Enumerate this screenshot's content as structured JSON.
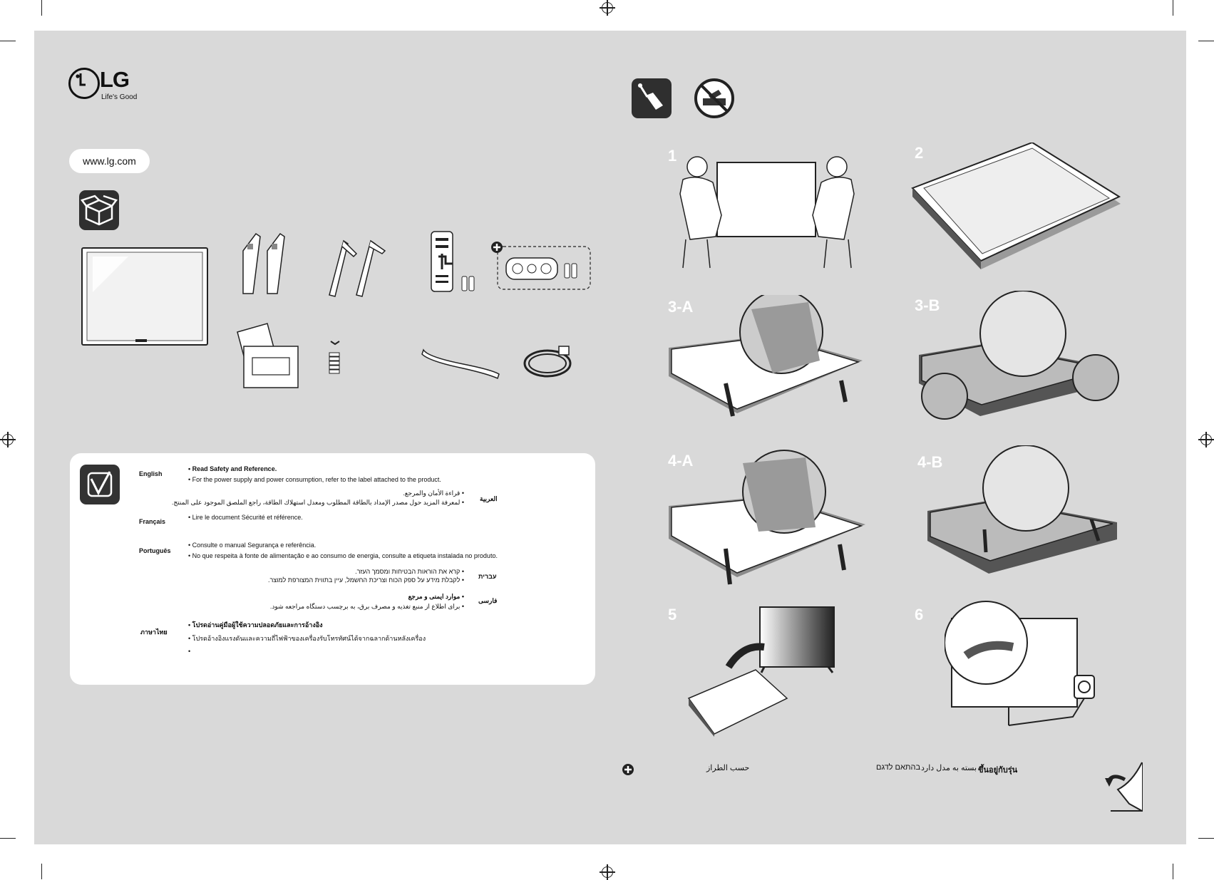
{
  "brand": {
    "logo_text": "LG",
    "tagline": "Life's Good",
    "url": "www.lg.com"
  },
  "safety_panel": {
    "entries": [
      {
        "lang": "English",
        "lines": [
          "• Read Safety and Reference.",
          "• For the power supply and power consumption, refer to the label attached to the product."
        ]
      },
      {
        "lang": "العربية",
        "lines": [
          "• قراءة الأمان والمرجع.",
          "• لمعرفة المزيد حول مصدر الإمداد بالطاقة المطلوب ومعدل استهلاك الطاقة، راجع الملصق الموجود على المنتج."
        ]
      },
      {
        "lang": "Français",
        "lines": [
          "• Lire le document Sécurité et référence."
        ]
      },
      {
        "lang": "Português",
        "lines": [
          "• Consulte o manual Segurança e referência.",
          "• No que respeita à fonte de alimentação e ao consumo de energia, consulte a etiqueta instalada no produto."
        ]
      },
      {
        "lang": "עברית",
        "lines": [
          "• קרא את הוראות הבטיחות ומסמך העזר.",
          "• לקבלת מידע על ספק הכוח וצריכת החשמל, עיין בתווית המצורפת למוצר."
        ]
      },
      {
        "lang": "فارسی",
        "lines": [
          "• موارد ایمنی و مرجع",
          "• برای اطلاع از منبع تغذیه و مصرف برق، به برچسب دستگاه مراجعه شود."
        ]
      },
      {
        "lang": "ภาษาไทย",
        "lines": [
          "• โปรดอ่านคู่มือผู้ใช้ความปลอดภัยและการอ้างอิง",
          "• โปรดอ้างอิงแรงดันและความถี่ไฟฟ้าของเครื่องรับโทรทัศน์ได้จากฉลากด้านหลังเครื่อง",
          "•"
        ]
      }
    ]
  },
  "steps": [
    "1",
    "2",
    "3-A",
    "3-B",
    "4-A",
    "4-B",
    "5",
    "6"
  ],
  "bottom_notes": {
    "arabic": "حسب الطراز",
    "hebrew": "בהתאם לדגם",
    "farsi": "بسته به مدل دارد",
    "thai": "ขึ้นอยู่กับรุ่น"
  },
  "icons": [
    "box-contents-icon",
    "checklist-icon",
    "screwdriver-icon",
    "no-soft-surface-icon",
    "plus-icon",
    "page-turn-icon"
  ]
}
